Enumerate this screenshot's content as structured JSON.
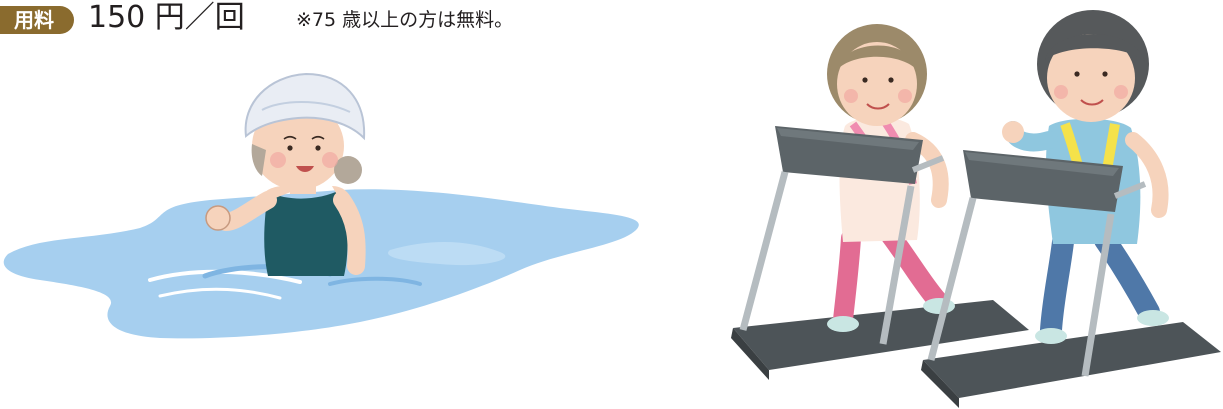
{
  "fee": {
    "label": "用料",
    "price": "150 円／回",
    "note": "※75 歳以上の方は無料。"
  },
  "illustrations": {
    "swimmer": "elderly-woman-water-walking-illustration",
    "treadmill": "elderly-couple-on-treadmills-illustration"
  },
  "colors": {
    "badge": "#8a6b2e",
    "water": "#9fcbee",
    "swimsuit": "#1f5a63",
    "treadmill": "#4d5458"
  }
}
